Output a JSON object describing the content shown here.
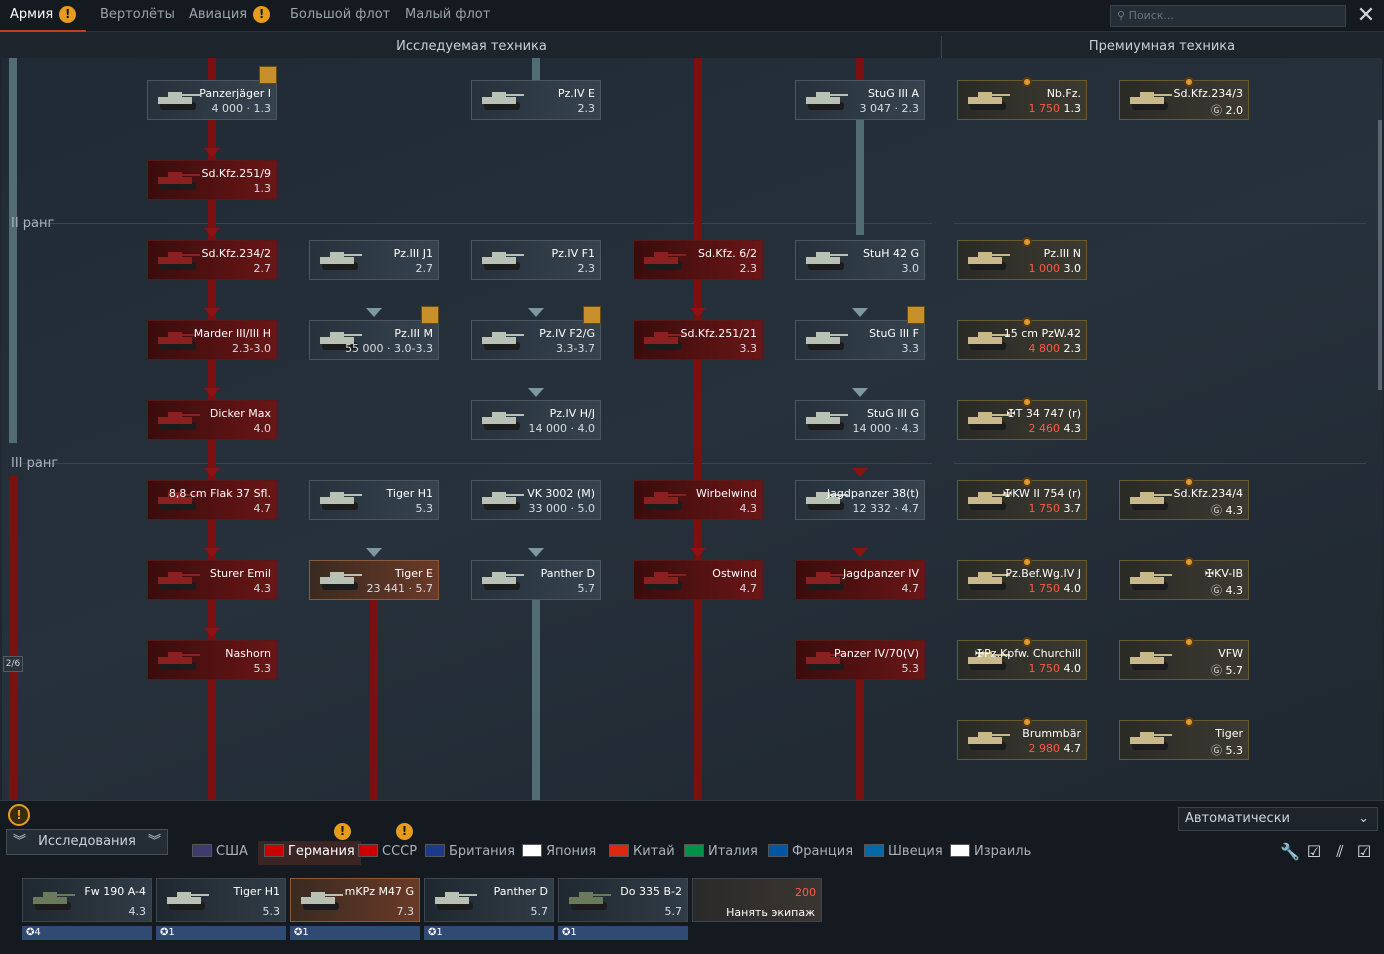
{
  "tabs": [
    {
      "label": "Армия",
      "active": true,
      "warn": true
    },
    {
      "label": "Вертолёты"
    },
    {
      "label": "Авиация",
      "warn": true
    },
    {
      "label": "Большой флот"
    },
    {
      "label": "Малый флот"
    }
  ],
  "search_placeholder": "Поиск...",
  "headers": {
    "research": "Исследуемая техника",
    "premium": "Премиумная техника"
  },
  "ranks": {
    "r2": "II ранг",
    "r3": "III ранг"
  },
  "pager": "2/6",
  "cards": [
    {
      "name": "Panzerjäger I",
      "stats": "4 000 · 1.3",
      "style": "norm"
    },
    {
      "name": "Pz.IV E",
      "stats": "2.3",
      "style": "norm"
    },
    {
      "name": "StuG III A",
      "stats": "3 047 · 2.3",
      "style": "norm"
    },
    {
      "name": "Sd.Kfz.251/9",
      "stats": "1.3",
      "style": "red"
    },
    {
      "name": "Sd.Kfz.234/2",
      "stats": "2.7",
      "style": "red"
    },
    {
      "name": "Pz.III J1",
      "stats": "2.7",
      "style": "norm"
    },
    {
      "name": "Pz.IV F1",
      "stats": "2.3",
      "style": "norm"
    },
    {
      "name": "Sd.Kfz. 6/2",
      "stats": "2.3",
      "style": "red"
    },
    {
      "name": "StuH 42 G",
      "stats": "3.0",
      "style": "norm"
    },
    {
      "name": "Marder III/III H",
      "stats": "2.3-3.0",
      "style": "red"
    },
    {
      "name": "Pz.III M",
      "stats": "55 000 · 3.0-3.3",
      "style": "norm"
    },
    {
      "name": "Pz.IV F2/G",
      "stats": "3.3-3.7",
      "style": "norm"
    },
    {
      "name": "Sd.Kfz.251/21",
      "stats": "3.3",
      "style": "red"
    },
    {
      "name": "StuG III F",
      "stats": "3.3",
      "style": "norm"
    },
    {
      "name": "Dicker Max",
      "stats": "4.0",
      "style": "red"
    },
    {
      "name": "Pz.IV H/J",
      "stats": "14 000 · 4.0",
      "style": "norm"
    },
    {
      "name": "StuG III G",
      "stats": "14 000 · 4.3",
      "style": "norm"
    },
    {
      "name": "8,8 cm Flak 37 Sfl.",
      "stats": "4.7",
      "style": "red"
    },
    {
      "name": "Tiger H1",
      "stats": "5.3",
      "style": "norm"
    },
    {
      "name": "VK 3002 (M)",
      "stats": "33 000 · 5.0",
      "style": "norm"
    },
    {
      "name": "Wirbelwind",
      "stats": "4.3",
      "style": "red"
    },
    {
      "name": "Jagdpanzer 38(t)",
      "stats": "12 332 · 4.7",
      "style": "norm"
    },
    {
      "name": "Sturer Emil",
      "stats": "4.3",
      "style": "red"
    },
    {
      "name": "Tiger E",
      "stats": "23 441 · 5.7",
      "style": "sel"
    },
    {
      "name": "Panther D",
      "stats": "5.7",
      "style": "norm"
    },
    {
      "name": "Ostwind",
      "stats": "4.7",
      "style": "red"
    },
    {
      "name": "Jagdpanzer IV",
      "stats": "4.7",
      "style": "red"
    },
    {
      "name": "Nashorn",
      "stats": "5.3",
      "style": "red"
    },
    {
      "name": "Panzer IV/70(V)",
      "stats": "5.3",
      "style": "red"
    }
  ],
  "premium": [
    {
      "name": "Nb.Fz.",
      "price": "1 750",
      "br": "1.3"
    },
    {
      "name": "Sd.Kfz.234/3",
      "price": "",
      "br": "2.0"
    },
    {
      "name": "Pz.III N",
      "price": "1 000",
      "br": "3.0"
    },
    {
      "name": "15 cm PzW.42",
      "price": "4 800",
      "br": "2.3"
    },
    {
      "name": "✠T 34 747 (r)",
      "price": "2 460",
      "br": "4.3"
    },
    {
      "name": "✠KW II 754 (r)",
      "price": "1 750",
      "br": "3.7"
    },
    {
      "name": "Sd.Kfz.234/4",
      "price": "",
      "br": "4.3"
    },
    {
      "name": "Pz.Bef.Wg.IV J",
      "price": "1 750",
      "br": "4.0"
    },
    {
      "name": "✠KV-IB",
      "price": "",
      "br": "4.3"
    },
    {
      "name": "✠Pz.Kpfw. Churchill",
      "price": "1 750",
      "br": "4.0"
    },
    {
      "name": "VFW",
      "price": "",
      "br": "5.7"
    },
    {
      "name": "Brummbär",
      "price": "2 980",
      "br": "4.7"
    },
    {
      "name": "Tiger",
      "price": "",
      "br": "5.3"
    }
  ],
  "research_button": "Исследования",
  "auto_select": "Автоматически",
  "nations": [
    {
      "label": "США",
      "active": false
    },
    {
      "label": "Германия",
      "active": true,
      "warn": true
    },
    {
      "label": "СССР",
      "active": false,
      "warn": true
    },
    {
      "label": "Британия",
      "active": false
    },
    {
      "label": "Япония",
      "active": false
    },
    {
      "label": "Китай",
      "active": false
    },
    {
      "label": "Италия",
      "active": false
    },
    {
      "label": "Франция",
      "active": false
    },
    {
      "label": "Швеция",
      "active": false
    },
    {
      "label": "Израиль",
      "active": false
    }
  ],
  "crew_slots": [
    {
      "name": "Fw 190 A-4",
      "br": "4.3",
      "crew": "4",
      "selected": false
    },
    {
      "name": "Tiger H1",
      "br": "5.3",
      "crew": "1",
      "selected": false
    },
    {
      "name": "mKPz M47 G",
      "br": "7.3",
      "crew": "1",
      "selected": true
    },
    {
      "name": "Panther D",
      "br": "5.7",
      "crew": "1",
      "selected": false
    },
    {
      "name": "Do 335 B-2",
      "br": "5.7",
      "crew": "1",
      "selected": false
    }
  ],
  "hire": {
    "label": "Нанять экипаж",
    "price": "200"
  },
  "colors": {
    "accent": "#c23b22",
    "warn": "#e69d1d",
    "crew": "#2f4b74"
  }
}
